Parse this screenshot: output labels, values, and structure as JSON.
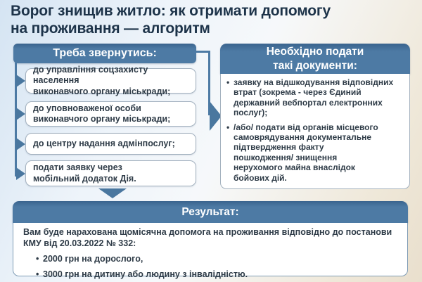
{
  "title": "Ворог знищив житло: як отримати допомогу\nна проживання — алгоритм",
  "colors": {
    "accent_blue": "#4d7aa4",
    "title_text": "#1d3349",
    "body_text": "#2e3b47",
    "box_border": "#a3b1bf",
    "bg_top_left": "#d3e3f2",
    "bg_bottom_right": "#e9dfcd"
  },
  "bullet_glyph": "•",
  "left_panel": {
    "header": "Треба звернутись:",
    "items": [
      "до управління соцзахисту населення\nвиконавчого органу міськради;",
      "до уповноваженої особи\nвиконавчого органу міськради;",
      "до центру надання адмінпослуг;",
      "подати заявку через\nмобільний додаток Дія."
    ]
  },
  "right_panel": {
    "header": "Необхідно подати\nтакі документи:",
    "items": [
      "заявку на відшкодування відповідних\nвтрат (зокрема - через Єдиний\nдержавний вебпортал електронних\nпослуг);",
      "/або/ подати від органів місцевого\nсамоврядування документальне\nпідтвердження факту\nпошкодження/ знищення\nнерухомого майна внаслідок\nбойових дій."
    ]
  },
  "result_panel": {
    "header": "Результат:",
    "intro": "Вам буде нарахована щомісячна допомога на проживання відповідно до постанови\nКМУ від 20.03.2022 № 332:",
    "items": [
      "2000 грн на дорослого,",
      "3000 грн на дитину або людину з інвалідністю."
    ]
  }
}
